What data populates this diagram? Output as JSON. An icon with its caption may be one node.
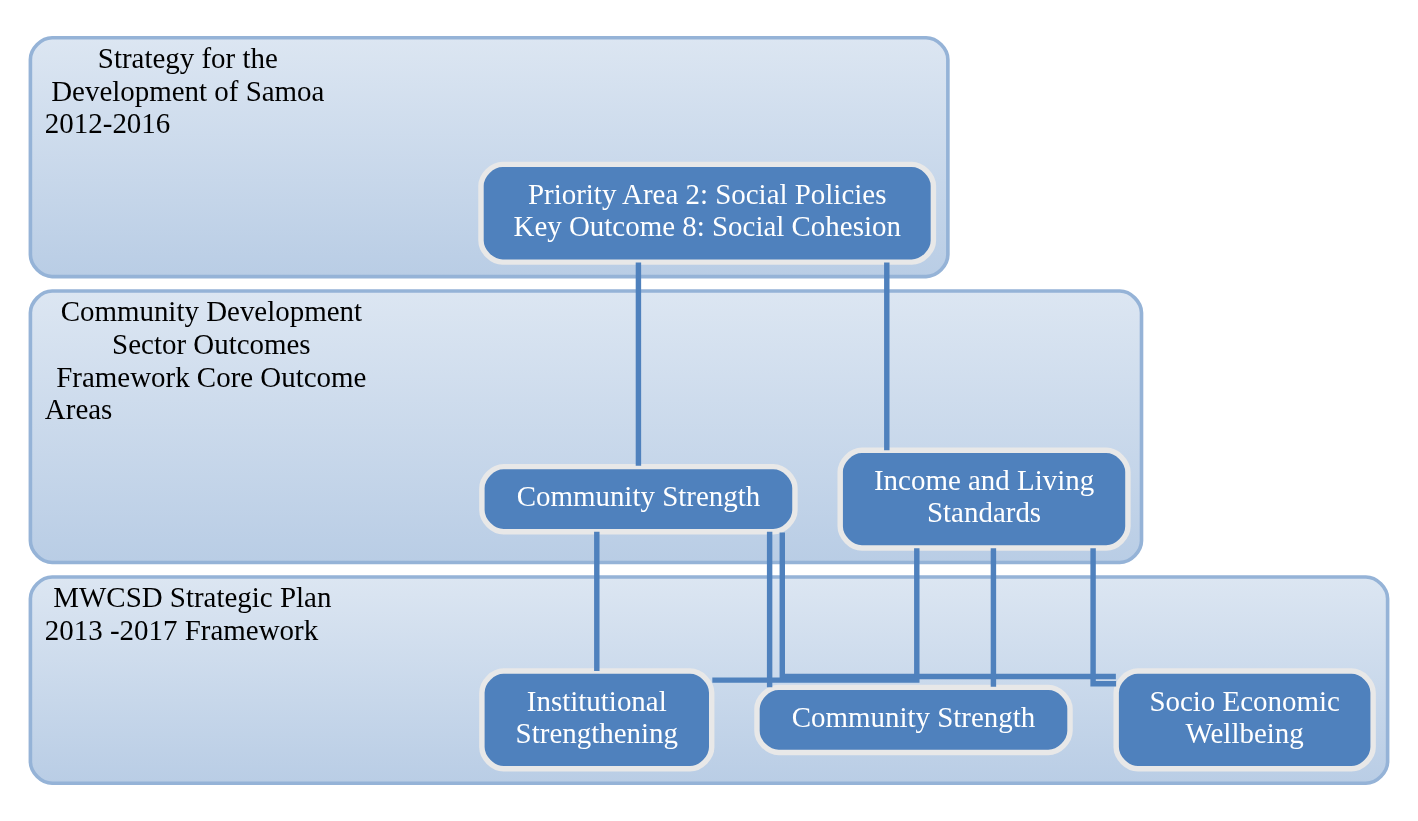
{
  "diagram": {
    "nodes": [
      {
        "text": [
          "Strategy for the Development of Samoa 2012-2016"
        ]
      },
      {
        "text": [
          "Priority Area 2: Social Policies",
          "Key Outcome 8: Social Cohesion"
        ],
        "in": 0
      },
      {
        "text": [
          "Community Development Sector Outcomes Framework Core Outcome Areas"
        ]
      },
      {
        "text": [
          "Community Strength"
        ],
        "in": 2
      },
      {
        "text": [
          "Income and Living Standards"
        ],
        "in": 2
      },
      {
        "text": [
          "MWCSD Strategic Plan 2013 -2017 Framework"
        ]
      },
      {
        "text": [
          "Institutional Strengthening"
        ],
        "in": 5
      },
      {
        "text": [
          "Community Strength"
        ],
        "in": 5
      },
      {
        "text": [
          "Socio Economic Wellbeing"
        ],
        "in": 5
      }
    ],
    "edges": [
      {
        "from": 1,
        "to": 3,
        "arrow": "none"
      },
      {
        "from": 1,
        "to": 4,
        "arrow": "none"
      },
      {
        "from": 3,
        "to": 6,
        "arrow": "none"
      },
      {
        "from": 3,
        "to": 7,
        "arrow": "none"
      },
      {
        "from": 3,
        "to": 8,
        "arrow": "none"
      },
      {
        "from": 4,
        "to": 6,
        "arrow": "none"
      },
      {
        "from": 4,
        "to": 7,
        "arrow": "none"
      },
      {
        "from": 4,
        "to": 8,
        "arrow": "none"
      }
    ]
  }
}
